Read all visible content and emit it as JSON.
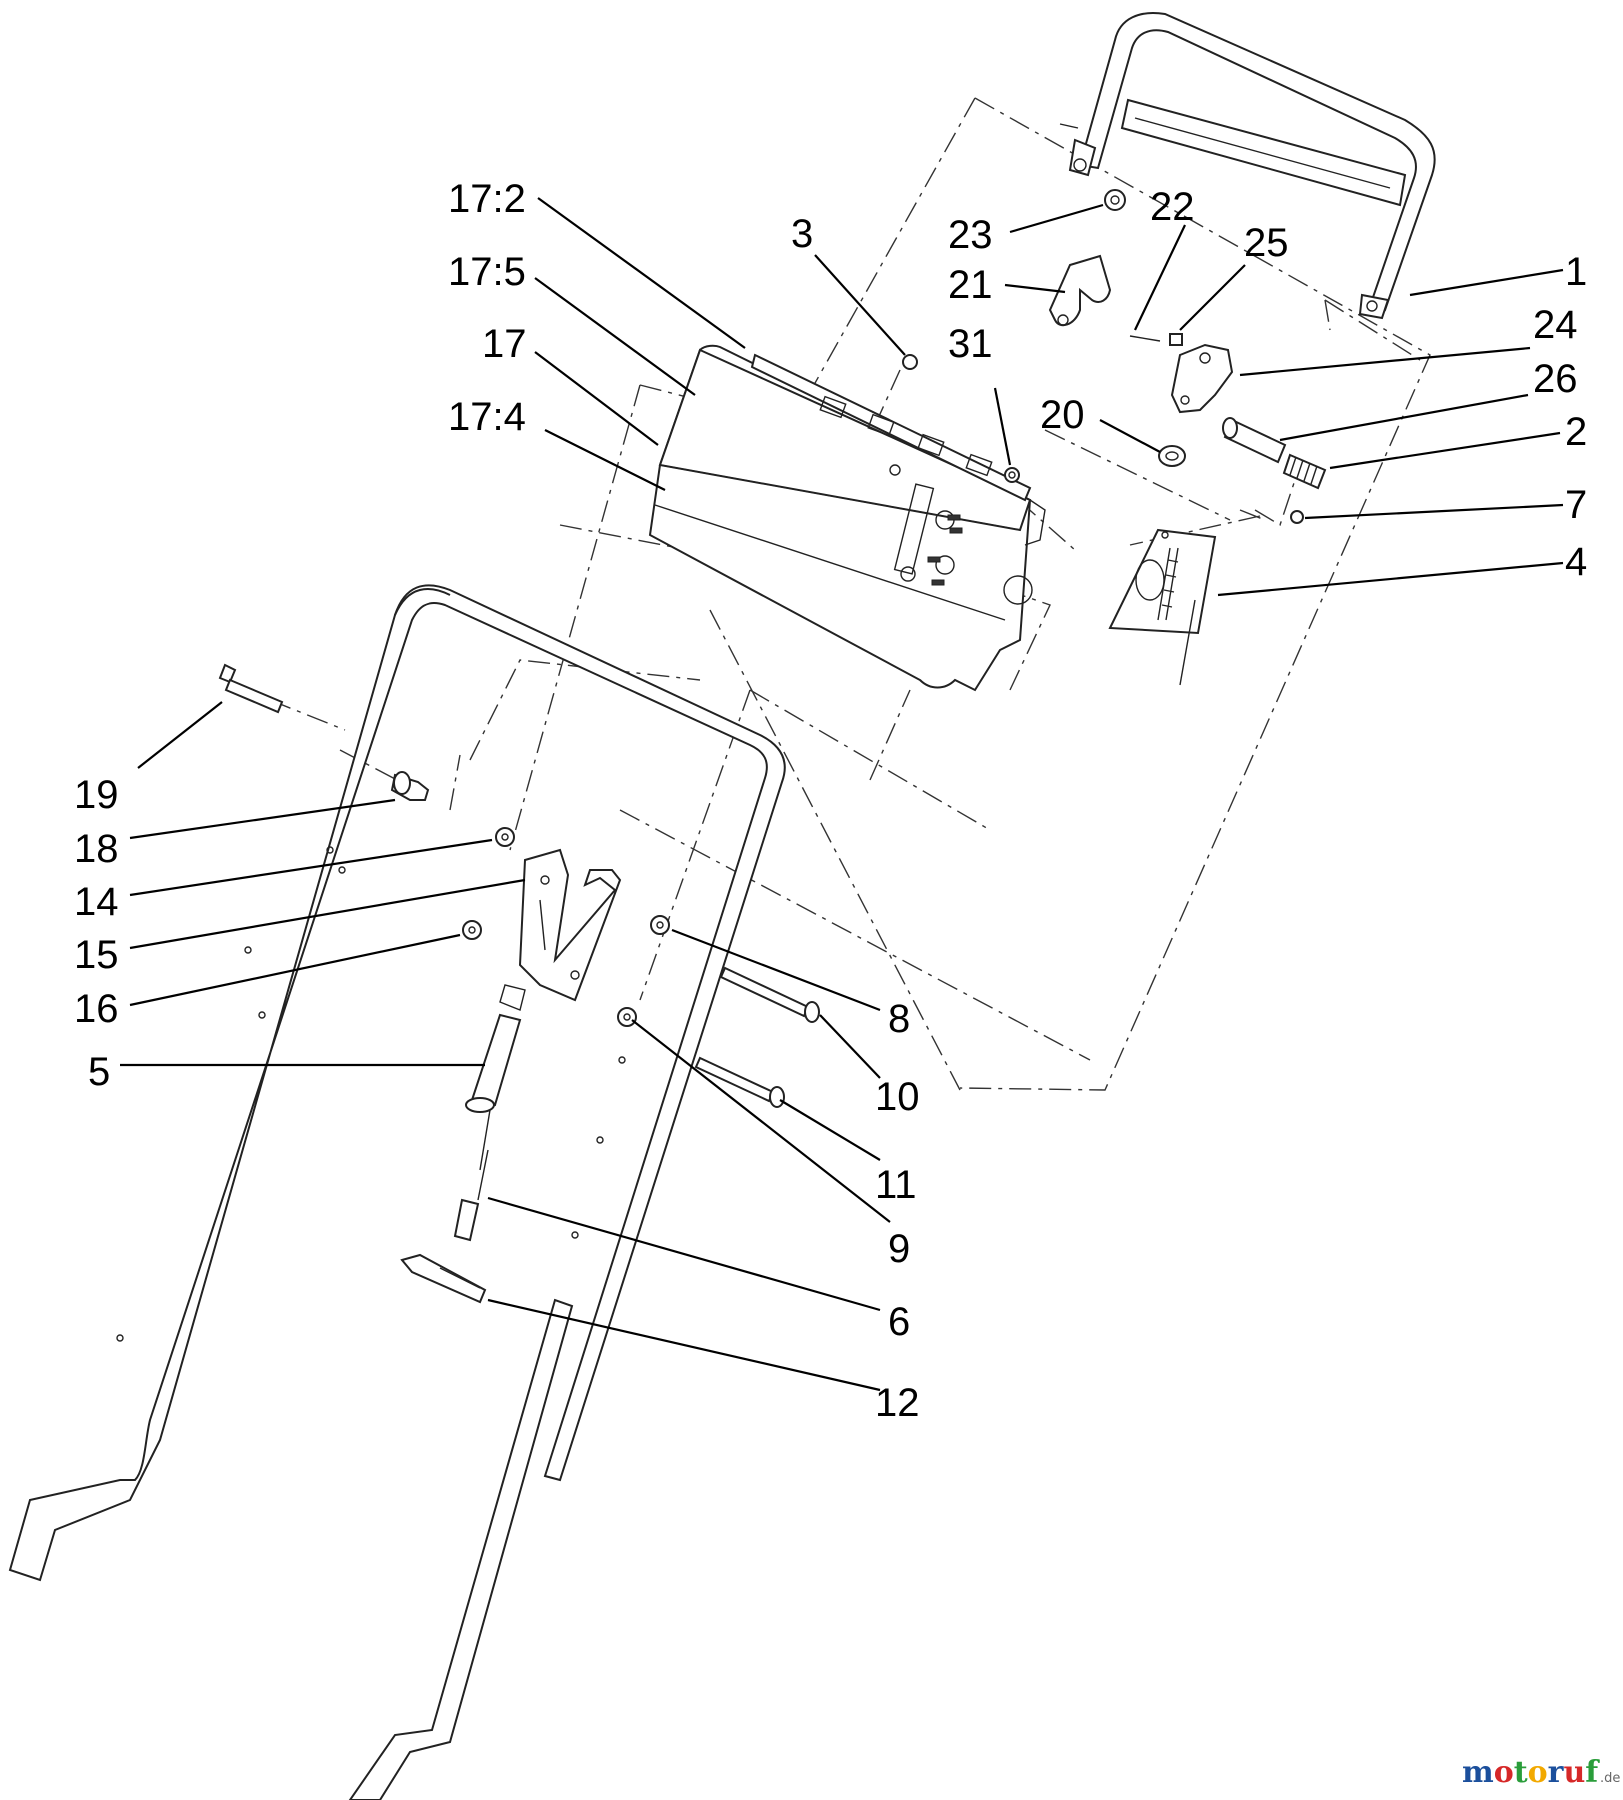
{
  "callouts": [
    {
      "label": "17:2"
    },
    {
      "label": "17:5"
    },
    {
      "label": "17"
    },
    {
      "label": "17:4"
    },
    {
      "label": "3"
    },
    {
      "label": "23"
    },
    {
      "label": "22"
    },
    {
      "label": "25"
    },
    {
      "label": "21"
    },
    {
      "label": "31"
    },
    {
      "label": "20"
    },
    {
      "label": "1"
    },
    {
      "label": "24"
    },
    {
      "label": "26"
    },
    {
      "label": "2"
    },
    {
      "label": "7"
    },
    {
      "label": "4"
    },
    {
      "label": "19"
    },
    {
      "label": "18"
    },
    {
      "label": "14"
    },
    {
      "label": "15"
    },
    {
      "label": "16"
    },
    {
      "label": "5"
    },
    {
      "label": "8"
    },
    {
      "label": "10"
    },
    {
      "label": "11"
    },
    {
      "label": "9"
    },
    {
      "label": "6"
    },
    {
      "label": "12"
    }
  ],
  "watermark": {
    "brand_parts": [
      "m",
      "o",
      "t",
      "o",
      "r",
      "u",
      "f"
    ],
    "brand_colors": [
      "#1b4f9c",
      "#d62828",
      "#2a9d3a",
      "#f2a900",
      "#1b4f9c",
      "#d62828",
      "#2a9d3a"
    ],
    "suffix": ".de"
  }
}
